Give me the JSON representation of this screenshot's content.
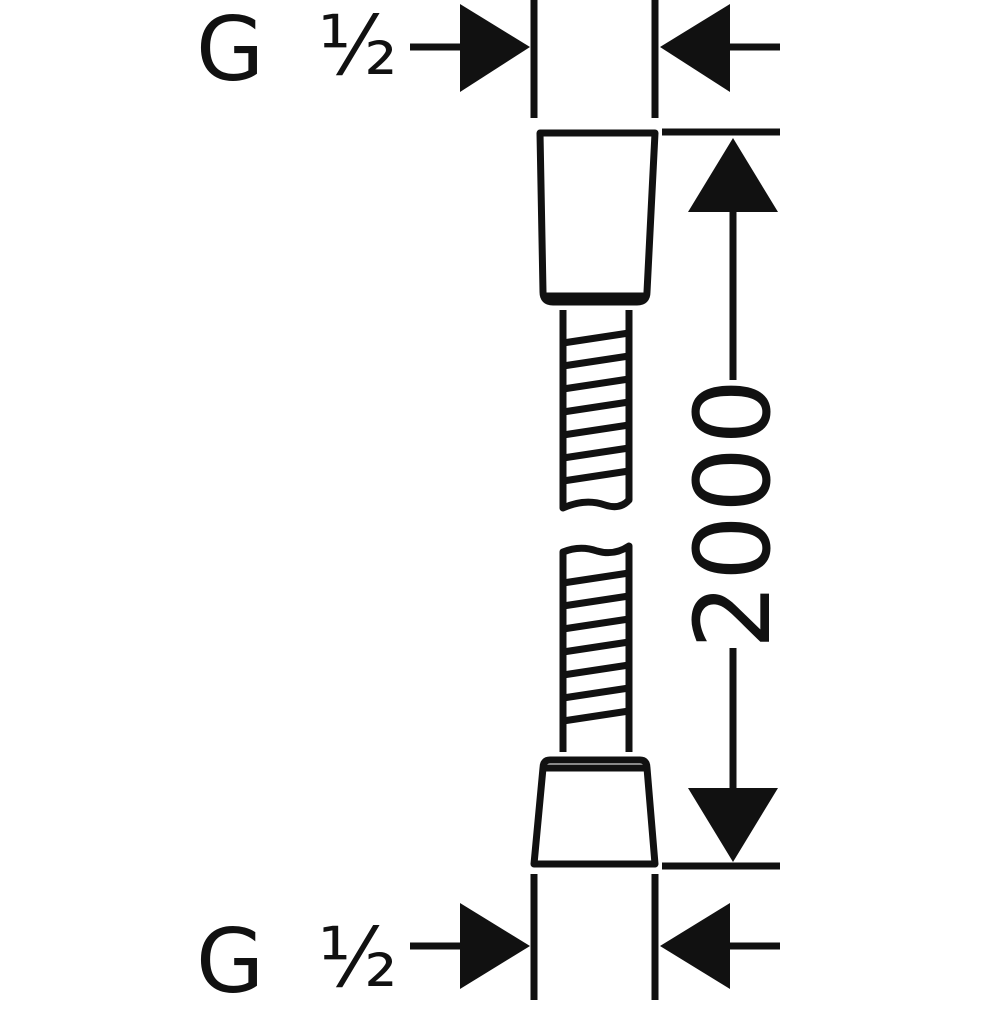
{
  "labels": {
    "top_thread": {
      "prefix": "G",
      "size": "½"
    },
    "bottom_thread": {
      "prefix": "G",
      "size": "½"
    },
    "length": "2000"
  },
  "colors": {
    "line": "#111111",
    "background": "#ffffff"
  }
}
